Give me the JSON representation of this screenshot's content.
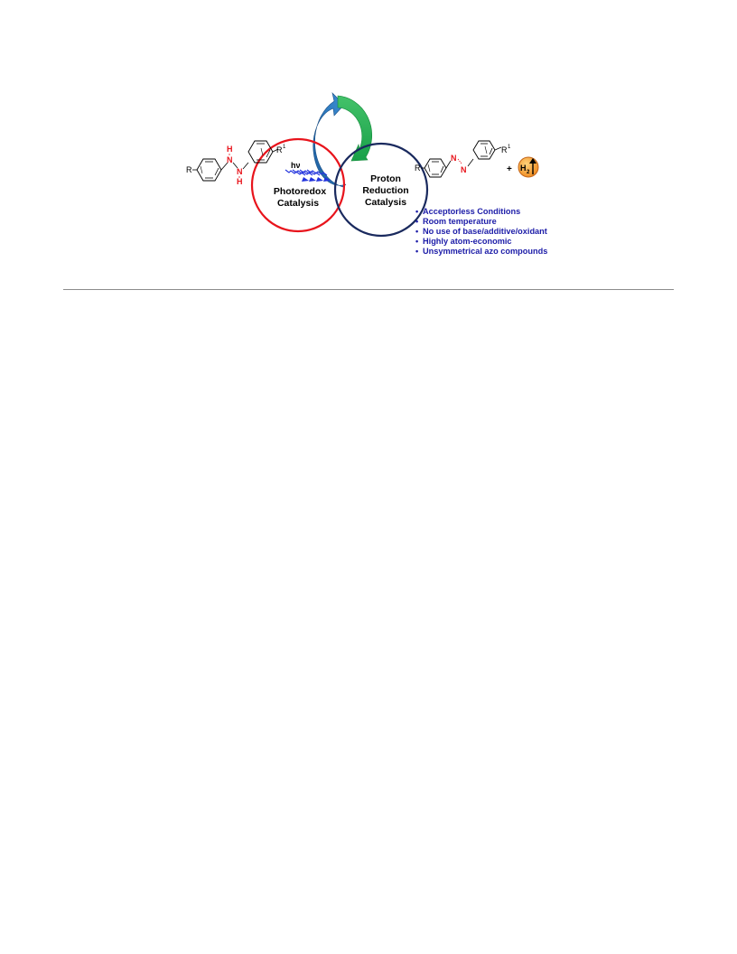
{
  "scheme": {
    "reactant": {
      "substituent_left": "R",
      "substituent_right": "R",
      "superscript": "1",
      "atom_top": "H",
      "atom_n1": "N",
      "atom_n2": "N",
      "atom_bottom": "H"
    },
    "light": {
      "label": "hν"
    },
    "photoredox": {
      "line1": "Photoredox",
      "line2": "Catalysis"
    },
    "proton": {
      "line1": "Proton",
      "line2": "Reduction",
      "line3": "Catalysis"
    },
    "product": {
      "substituent_left": "R",
      "substituent_right": "R",
      "superscript": "1",
      "atom_n1": "N",
      "atom_n2": "N"
    },
    "byproduct": {
      "plus": "+",
      "h": "H",
      "sub": "2"
    },
    "features": [
      "Acceptorless Conditions",
      "Room temperature",
      "No use of base/additive/oxidant",
      "Highly atom-economic",
      "Unsymmetrical azo compounds"
    ],
    "bullet": "•",
    "colors": {
      "photoredox_circle": "#e8141c",
      "proton_circle": "#1a2a5e",
      "arrow_blue": "#2a78c2",
      "arrow_green": "#22b04b",
      "heteroatom": "#e8141c",
      "feature_text": "#1c1ca8",
      "h2_badge": "#f39a2a"
    }
  }
}
